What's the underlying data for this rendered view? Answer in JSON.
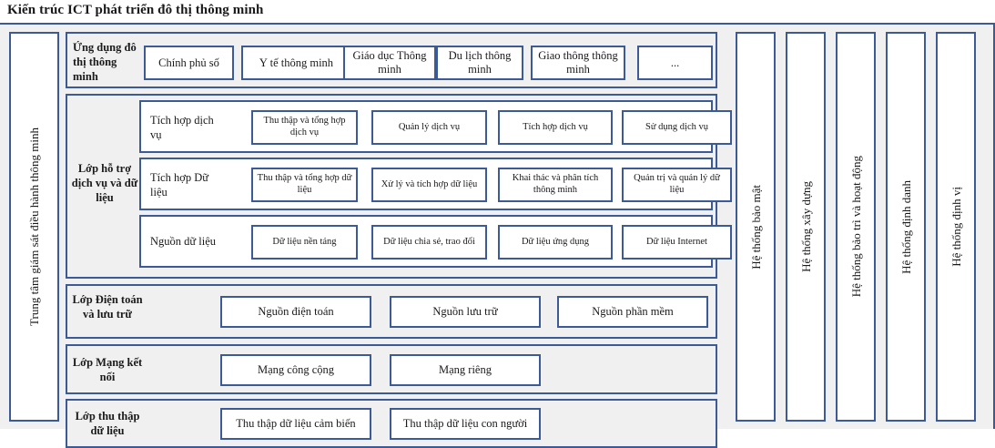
{
  "title": "Kiến trúc ICT phát triển đô thị thông minh",
  "left_pillar": {
    "label": "Trung tâm giám sát điều hành thông minh"
  },
  "right_pillars": [
    {
      "label": "Hệ thống bảo mật"
    },
    {
      "label": "Hệ thống xây dựng"
    },
    {
      "label": "Hệ thống bảo trì và hoạt động"
    },
    {
      "label": "Hệ thống định danh"
    },
    {
      "label": "Hệ thống định vị"
    }
  ],
  "layers": {
    "application": {
      "label": "Ứng dụng đô thị thông minh",
      "cells": [
        {
          "label": "Chính phủ số"
        },
        {
          "label": "Y tế thông minh"
        },
        {
          "label": "Giáo dục Thông minh"
        },
        {
          "label": "Du lịch thông minh"
        },
        {
          "label": "Giao thông thông minh"
        },
        {
          "label": "..."
        }
      ]
    },
    "service_data": {
      "label": "Lớp hỗ trợ dịch vụ và dữ liệu",
      "rows": [
        {
          "row_label": "Tích hợp dịch vụ",
          "cells": [
            {
              "label": "Thu thập và tổng hợp dịch vụ"
            },
            {
              "label": "Quản lý dịch vụ"
            },
            {
              "label": "Tích hợp dịch vụ"
            },
            {
              "label": "Sử dụng dịch vụ"
            }
          ]
        },
        {
          "row_label": "Tích hợp Dữ liệu",
          "cells": [
            {
              "label": "Thu thập và tổng hợp dữ liệu"
            },
            {
              "label": "Xử lý và tích hợp dữ liệu"
            },
            {
              "label": "Khai thác và phân tích thông minh"
            },
            {
              "label": "Quản trị và quản lý dữ liệu"
            }
          ]
        },
        {
          "row_label": "Nguồn dữ liệu",
          "cells": [
            {
              "label": "Dữ liệu nền tảng"
            },
            {
              "label": "Dữ liệu chia sẻ, trao đổi"
            },
            {
              "label": "Dữ liệu ứng dụng"
            },
            {
              "label": "Dữ liệu Internet"
            }
          ]
        }
      ]
    },
    "compute": {
      "label": "Lớp Điện toán và lưu trữ",
      "cells": [
        {
          "label": "Nguồn điện toán"
        },
        {
          "label": "Nguồn lưu trữ"
        },
        {
          "label": "Nguồn phần mềm"
        }
      ]
    },
    "network": {
      "label": "Lớp Mạng kết nối",
      "cells": [
        {
          "label": "Mạng công cộng"
        },
        {
          "label": "Mạng riêng"
        }
      ]
    },
    "collection": {
      "label": "Lớp thu thập dữ liệu",
      "cells": [
        {
          "label": "Thu thập dữ liệu cảm biến"
        },
        {
          "label": "Thu thập dữ liệu con người"
        }
      ]
    }
  },
  "colors": {
    "border_blue": "#3c5a96",
    "panel_gray": "#f0f0f0",
    "cell_white": "#ffffff"
  }
}
